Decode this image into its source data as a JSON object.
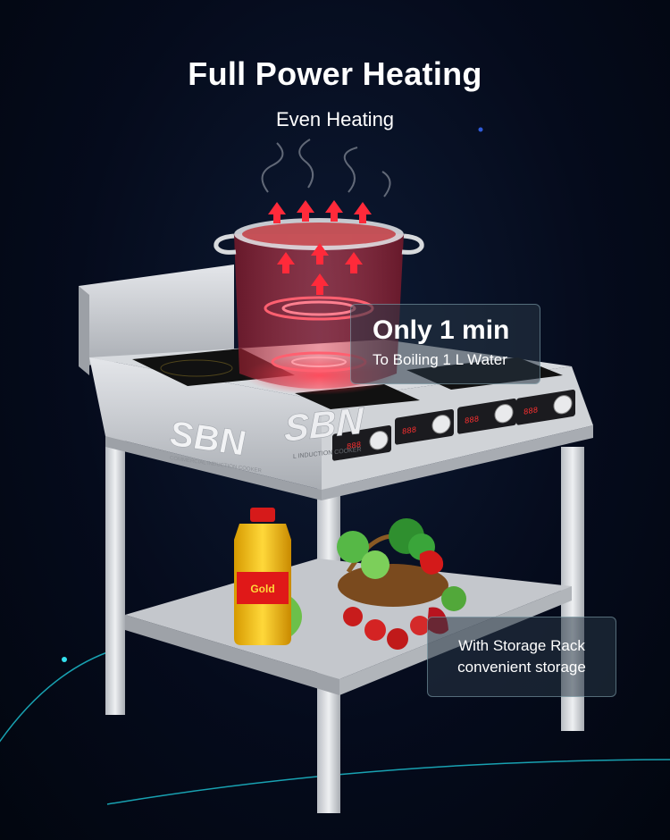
{
  "headline": "Full Power Heating",
  "subheadline": "Even Heating",
  "callouts": {
    "boil_time": {
      "title": "Only 1 min",
      "subtitle": "To Boiling 1 L Water"
    },
    "storage": {
      "line1": "With Storage Rack",
      "line2": "convenient storage"
    }
  },
  "branding": {
    "logo": "SBN",
    "tagline_side": "COMMERCIAL INDUCTION COOKER",
    "tagline_front": "L INDUCTION COOKER"
  },
  "oil_bottle_label": "Gold",
  "control_panel": {
    "displays": [
      "888",
      "888",
      "888",
      "888"
    ]
  },
  "colors": {
    "background": "#050b1c",
    "accent_line": "#1ec8d8",
    "heat": "#ff2a3a",
    "steel": "#c9ccd1"
  }
}
